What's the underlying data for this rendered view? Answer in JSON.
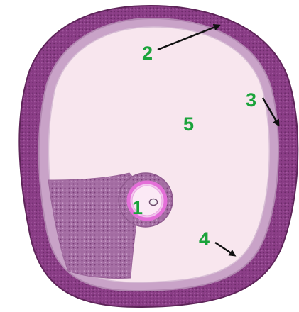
{
  "figure": {
    "labels": [
      "1",
      "2",
      "3",
      "4",
      "5"
    ]
  },
  "colors": {
    "theca": "#8a3d86",
    "theca_dark": "#6e2c6c",
    "granulosa": "#b98ab8",
    "antrum": "#f8e6ee",
    "oocyte_ring": "#e98ae0",
    "label": "#1aa33a",
    "arrow": "#111111"
  }
}
